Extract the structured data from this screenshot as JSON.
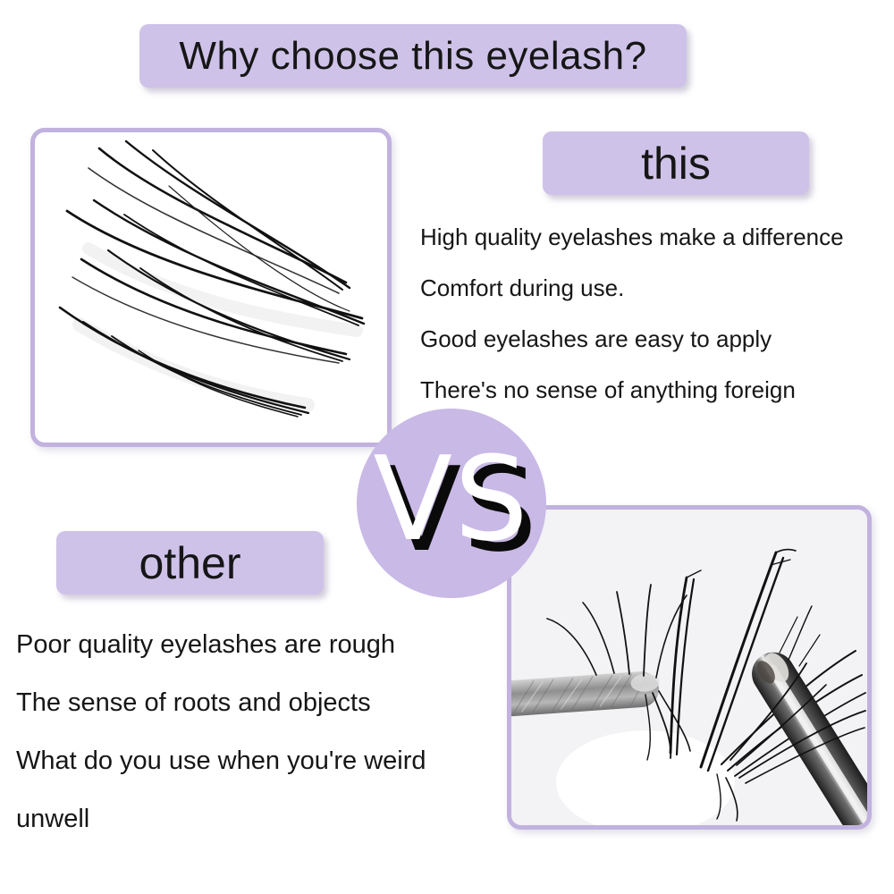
{
  "colors": {
    "page_bg": "#ffffff",
    "lavender": "#cfc2e9",
    "box_border": "#c1b2df",
    "circle": "#c9b9e6",
    "photo_bg": "#f3f2f5",
    "text": "#161616",
    "lash_black": "#111111",
    "vs_text": "#ffffff",
    "vs_shadow": "#0a0a0a"
  },
  "header": {
    "title": "Why choose this eyelash?"
  },
  "vs_badge": {
    "label": "VS"
  },
  "this_section": {
    "label": "this",
    "image": "eyelash-clusters-photo",
    "points": [
      "High quality eyelashes make a difference",
      "Comfort during use.",
      "Good eyelashes are easy to apply",
      "There's no sense of anything foreign"
    ]
  },
  "other_section": {
    "label": "other",
    "image": "tweezers-holding-lash-clusters-photo",
    "points": [
      "Poor quality eyelashes are rough",
      "The sense of roots and objects",
      "What do you use when you're weird unwell"
    ]
  }
}
